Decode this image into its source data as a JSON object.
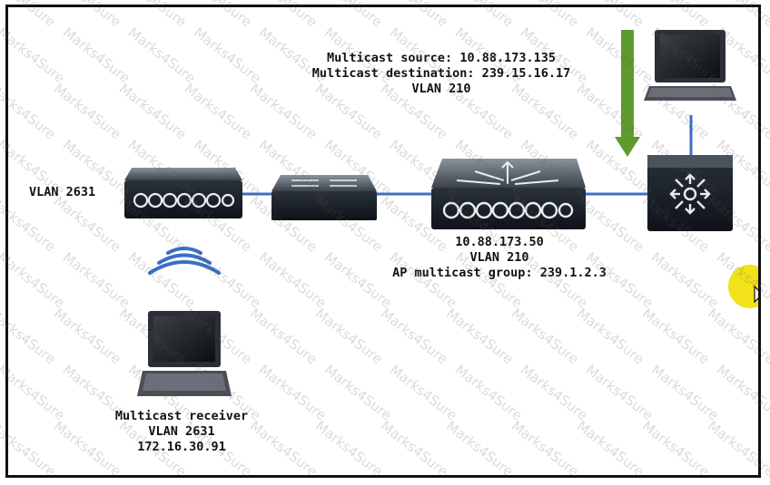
{
  "watermark": "Marks4Sure",
  "colors": {
    "link": "#3a6fc4",
    "arrow": "#5e9b2e",
    "device_dark": "#1c2129",
    "highlight": "#f2e21a"
  },
  "labels": {
    "source_line1": "Multicast source: 10.88.173.135",
    "source_line2": "Multicast destination: 239.15.16.17",
    "source_line3": "VLAN 210",
    "ap_vlan": "VLAN 2631",
    "wlc_ip": "10.88.173.50",
    "wlc_vlan": "VLAN 210",
    "wlc_group": "AP multicast group: 239.1.2.3",
    "receiver_line1": "Multicast receiver",
    "receiver_line2": "VLAN 2631",
    "receiver_line3": "172.16.30.91"
  },
  "icons": [
    "access-point-icon",
    "switch-icon",
    "wireless-controller-icon",
    "router-icon",
    "laptop-icon",
    "wifi-signal-icon",
    "arrow-down-icon",
    "mouse-cursor-icon"
  ]
}
